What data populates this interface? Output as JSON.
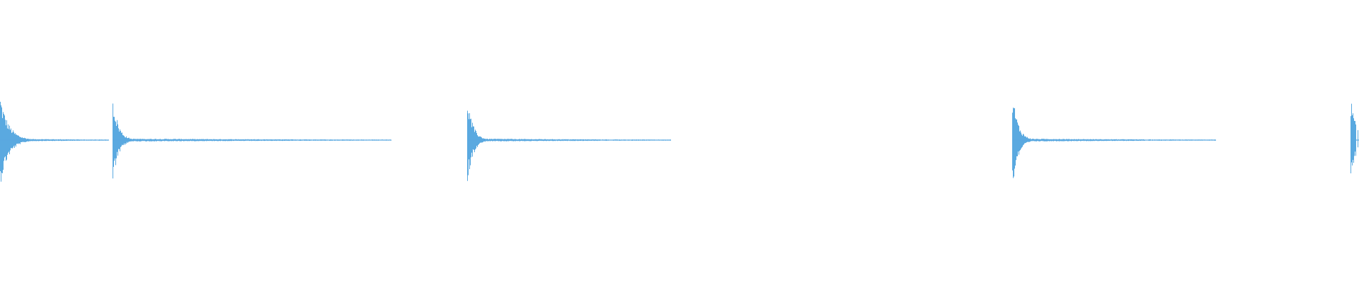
{
  "waveform": {
    "color": "#5aa9e0",
    "background": "#ffffff",
    "transients": [
      {
        "time_fraction": 0.0,
        "peak": 1.0,
        "tail_fraction": 0.08,
        "decay": "slow"
      },
      {
        "time_fraction": 0.083,
        "peak": 1.0,
        "tail_fraction": 0.205,
        "decay": "fast"
      },
      {
        "time_fraction": 0.344,
        "peak": 0.98,
        "tail_fraction": 0.15,
        "decay": "fast"
      },
      {
        "time_fraction": 0.745,
        "peak": 1.1,
        "tail_fraction": 0.15,
        "decay": "fast"
      },
      {
        "time_fraction": 0.994,
        "peak": 0.95,
        "tail_fraction": 0.006,
        "decay": "fast"
      }
    ]
  }
}
